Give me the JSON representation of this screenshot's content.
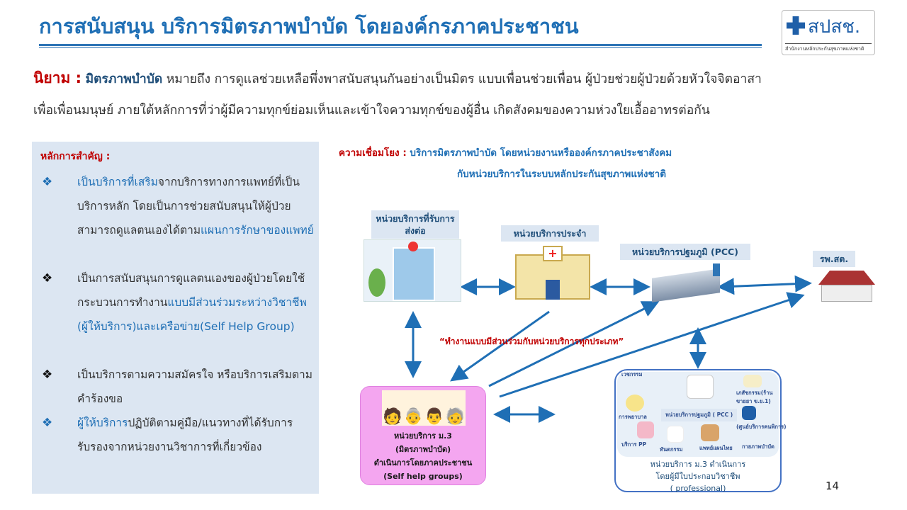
{
  "header": {
    "title": "การสนับสนุน บริการมิตรภาพบำบัด โดยองค์กรภาคประชาชน",
    "logo": {
      "name": "สปสช.",
      "subtitle": "สำนักงานหลักประกันสุขภาพแห่งชาติ"
    }
  },
  "definition": {
    "term": "นิยาม :",
    "keyword": "มิตรภาพบำบัด",
    "line1": " หมายถึง การดูแลช่วยเหลือพึ่งพาสนับสนุนกันอย่างเป็นมิตร  แบบเพื่อนช่วยเพื่อน ผู้ป่วยช่วยผู้ป่วยด้วยหัวใจจิตอาสา",
    "line2": "เพื่อเพื่อนมนุษย์ ภายใต้หลักการที่ว่าผู้มีความทุกข์ย่อมเห็นและเข้าใจความทุกข์ของผู้อื่น เกิดสังคมของความห่วงใยเอื้ออาทรต่อกัน"
  },
  "principles": {
    "heading": "หลักการสำคัญ :",
    "bullet": "❖",
    "items": [
      {
        "a": "เป็นบริการที่เสริม",
        "b": "จากบริการทางการแพทย์ที่เป็นบริการหลัก โดยเป็นการช่วยสนับสนุนให้ผู้ป่วย สามารถดูแลตนเองได้ตาม",
        "c": "แผนการรักษาของแพทย์"
      },
      {
        "a": "เป็นการสนับสนุนการดูแลตนเองของผู้ป่วยโดยใช้กระบวนการทำงาน",
        "b": "แบบมีส่วนร่วมระหว่างวิชาชีพ (ผู้ให้บริการ)และเครือข่าย(Self Help Group)"
      },
      {
        "a": "เป็นบริการตามความสมัครใจ หรือบริการเสริมตามคำร้องขอ"
      },
      {
        "a": "ผู้ให้บริการ",
        "b": "ปฏิบัติตามคู่มือ/แนวทางที่ได้รับการรับรองจากหน่วยงานวิชาการที่เกี่ยวข้อง"
      }
    ]
  },
  "diagram": {
    "caption_label": "ความเชื่อมโยง :",
    "caption1": " บริการมิตรภาพบำบัด โดยหน่วยงานหรือองค์กรภาคประชาสังคม",
    "caption2": "กับหน่วยบริการในระบบหลักประกันสุขภาพแห่งชาติ",
    "referral": "หน่วยบริการที่รับการส่งต่อ",
    "regular": "หน่วยบริการประจำ",
    "pcc": "หน่วยบริการปฐมภูมิ (PCC)",
    "hospital": "รพ.สต.",
    "note": "“ทำงานแบบมีส่วนร่วมกับหน่วยบริการทุกประเภท”",
    "m3_group": {
      "line1": "หน่วยบริการ ม.3",
      "line2": "(มิตรภาพบำบัด)",
      "line3": "ดำเนินการโดยภาคประชาชน",
      "line4": "(Self help groups)"
    },
    "m3_pro": {
      "line1": "หน่วยบริการ ม.3 ดำเนินการ",
      "line2": "โดยผู้มีใบประกอบวิชาชีพ",
      "line3": "( professional)",
      "center": "หน่วยบริการปฐมภูมิ ( PCC )",
      "items": [
        "เวชกรรม",
        "การพยาบาล",
        "บริการ PP",
        "ทันตกรรม",
        "แพทย์แผนไทย",
        "กายภาพบำบัด",
        "(ศูนย์บริการคนพิการ)",
        "เภสัชกรรม(ร้านขายยา ข.ย.1)"
      ]
    }
  },
  "page_number": "14"
}
